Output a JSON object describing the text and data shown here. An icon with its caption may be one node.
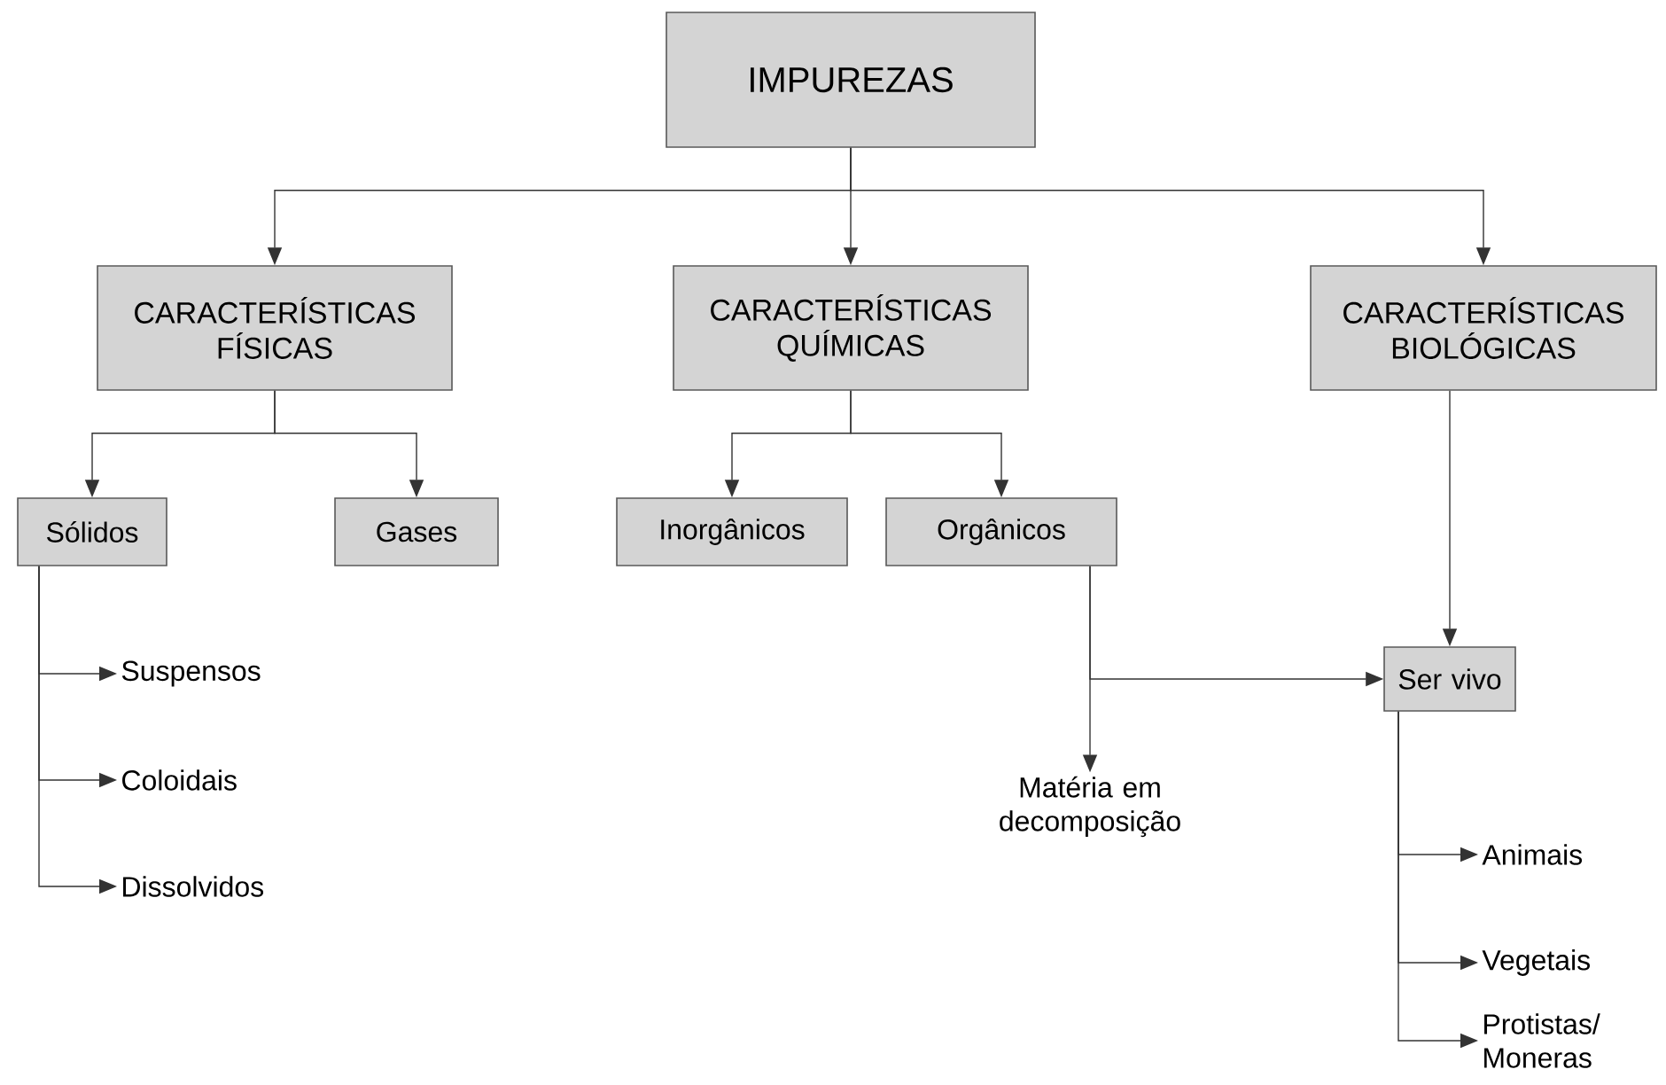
{
  "diagram": {
    "nodes": [
      {
        "text": [
          "IMPUREZAS"
        ]
      },
      {
        "text": [
          "CARACTERÍSTICAS FÍSICAS"
        ]
      },
      {
        "text": [
          "CARACTERÍSTICAS QUÍMICAS"
        ]
      },
      {
        "text": [
          "CARACTERÍSTICAS BIOLÓGICAS"
        ]
      },
      {
        "text": [
          "Sólidos"
        ]
      },
      {
        "text": [
          "Gases"
        ]
      },
      {
        "text": [
          "Inorgânicos"
        ]
      },
      {
        "text": [
          "Orgânicos"
        ]
      },
      {
        "text": [
          "Ser vivo"
        ]
      },
      {
        "text": [
          "Suspensos"
        ]
      },
      {
        "text": [
          "Coloidais"
        ]
      },
      {
        "text": [
          "Dissolvidos"
        ]
      },
      {
        "text": [
          "Matéria em decomposição"
        ]
      },
      {
        "text": [
          "Animais"
        ]
      },
      {
        "text": [
          "Vegetais"
        ]
      },
      {
        "text": [
          "Protistas/ Moneras"
        ]
      }
    ],
    "edges": [
      {
        "from": 0,
        "to": 1,
        "arrow": "to"
      },
      {
        "from": 0,
        "to": 2,
        "arrow": "to"
      },
      {
        "from": 0,
        "to": 3,
        "arrow": "to"
      },
      {
        "from": 1,
        "to": 4,
        "arrow": "to"
      },
      {
        "from": 1,
        "to": 5,
        "arrow": "to"
      },
      {
        "from": 2,
        "to": 6,
        "arrow": "to"
      },
      {
        "from": 2,
        "to": 7,
        "arrow": "to"
      },
      {
        "from": 3,
        "to": 8,
        "arrow": "to"
      },
      {
        "from": 4,
        "to": 9,
        "arrow": "to"
      },
      {
        "from": 4,
        "to": 10,
        "arrow": "to"
      },
      {
        "from": 4,
        "to": 11,
        "arrow": "to"
      },
      {
        "from": 7,
        "to": 12,
        "arrow": "to"
      },
      {
        "from": 7,
        "to": 8,
        "arrow": "to"
      },
      {
        "from": 8,
        "to": 13,
        "arrow": "to"
      },
      {
        "from": 8,
        "to": 14,
        "arrow": "to"
      },
      {
        "from": 8,
        "to": 15,
        "arrow": "to"
      }
    ]
  }
}
